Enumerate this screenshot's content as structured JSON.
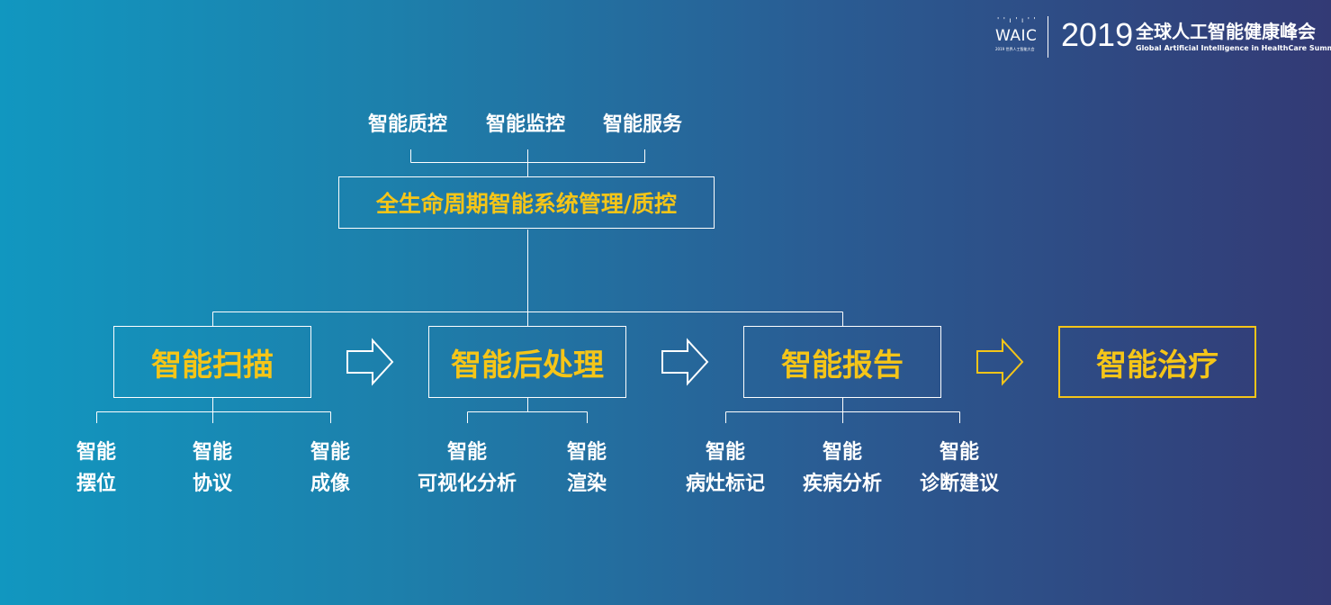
{
  "header": {
    "logo_dots": "' ' ı ' ı ' '",
    "logo_text": "WAIC",
    "logo_subtext": "2019 世界人工智能大会",
    "year": "2019",
    "title_cn": "全球人工智能健康峰会",
    "title_en": "Global Artificial Intelligence in HealthCare Summit"
  },
  "top_items": [
    "智能质控",
    "智能监控",
    "智能服务"
  ],
  "management": "全生命周期智能系统管理/质控",
  "stages": [
    {
      "label": "智能扫描",
      "subs": [
        [
          "智能",
          "摆位"
        ],
        [
          "智能",
          "协议"
        ],
        [
          "智能",
          "成像"
        ]
      ]
    },
    {
      "label": "智能后处理",
      "subs": [
        [
          "智能",
          "可视化分析"
        ],
        [
          "智能",
          "渲染"
        ]
      ]
    },
    {
      "label": "智能报告",
      "subs": [
        [
          "智能",
          "病灶标记"
        ],
        [
          "智能",
          "疾病分析"
        ],
        [
          "智能",
          "诊断建议"
        ]
      ]
    },
    {
      "label": "智能治疗",
      "subs": []
    }
  ],
  "colors": {
    "accent": "#f5c518",
    "line": "#ffffff",
    "bg_left": "#1197c0",
    "bg_right": "#333a75"
  },
  "icons": [
    "arrow-right-outline-icon"
  ]
}
